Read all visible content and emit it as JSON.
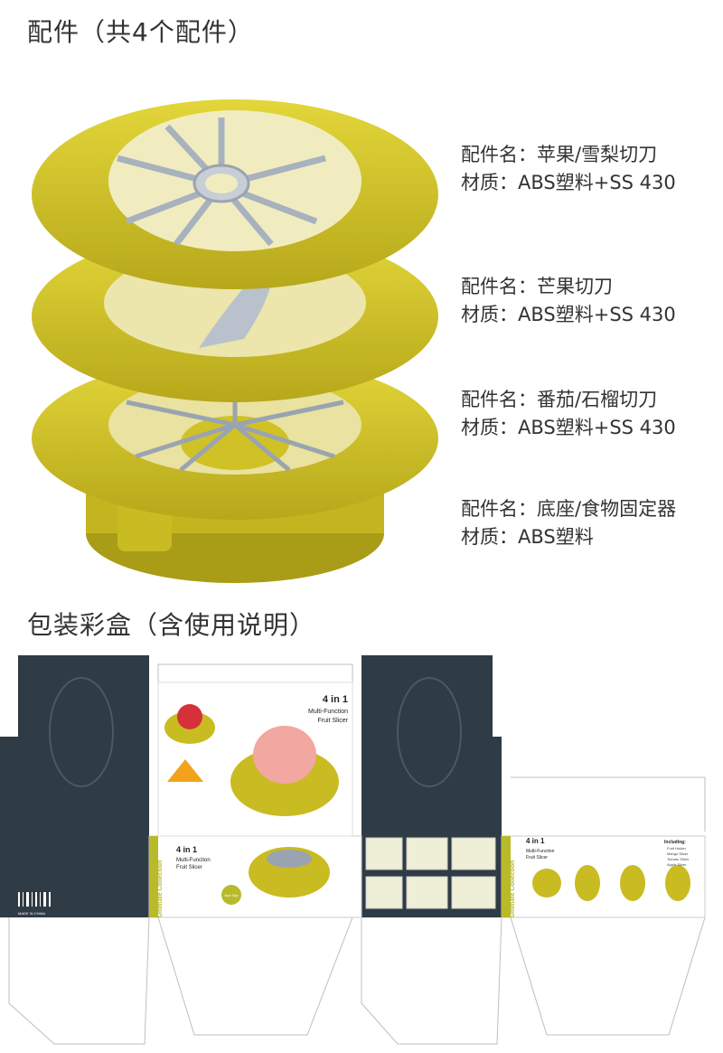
{
  "section1": {
    "title": "配件（共4个配件）"
  },
  "parts": [
    {
      "name": "配件名：苹果/雪梨切刀",
      "material": "材质：ABS塑料+SS 430"
    },
    {
      "name": "配件名：芒果切刀",
      "material": "材质：ABS塑料+SS 430"
    },
    {
      "name": "配件名：番茄/石榴切刀",
      "material": "材质：ABS塑料+SS 430"
    },
    {
      "name": "配件名：底座/食物固定器",
      "material": "材质：ABS塑料"
    }
  ],
  "section2": {
    "title": "包装彩盒（含使用说明）"
  },
  "box": {
    "front_title": "4 in 1",
    "front_subtitle1": "Multi-Function",
    "front_subtitle2": "Fruit Slicer",
    "side_brand": "Ultimate Collection",
    "made_in": "MADE IN CHINA",
    "including_label": "Including:",
    "including_items": [
      "Fruit Holder",
      "Mango Slicer",
      "Tomato Slicer",
      "Apple Slicer"
    ],
    "badge": "Non Slip"
  },
  "colors": {
    "product_yellow": "#D4C623",
    "box_dark": "#2F3B45",
    "box_accent": "#B8BA2A"
  }
}
